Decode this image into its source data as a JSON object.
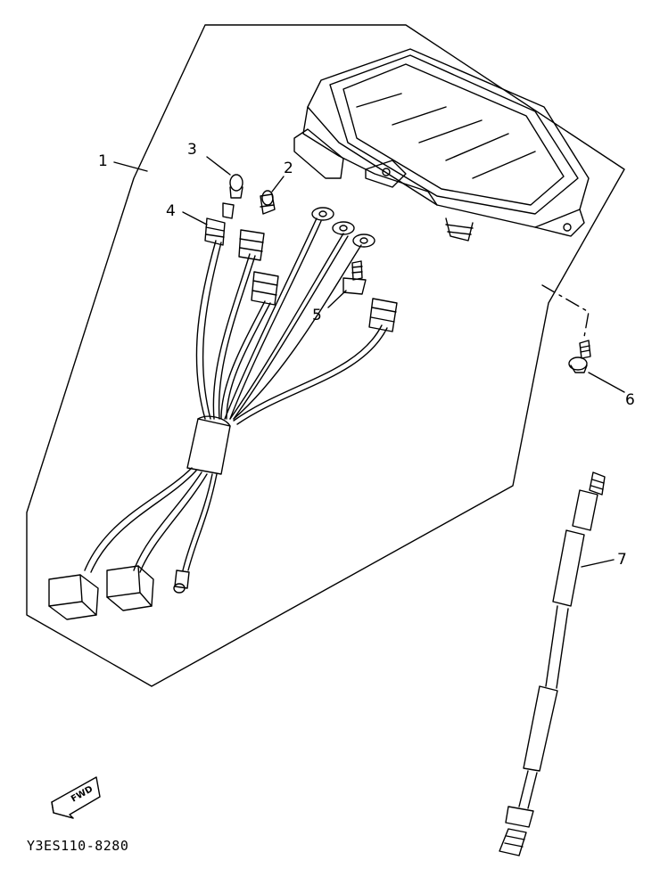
{
  "diagram": {
    "callouts": [
      {
        "id": "1",
        "label": "1"
      },
      {
        "id": "2",
        "label": "2"
      },
      {
        "id": "3",
        "label": "3"
      },
      {
        "id": "4",
        "label": "4"
      },
      {
        "id": "5",
        "label": "5"
      },
      {
        "id": "6",
        "label": "6"
      },
      {
        "id": "7",
        "label": "7"
      }
    ],
    "fwd_label": "FWD",
    "drawing_code": "Y3ES110-8280"
  }
}
